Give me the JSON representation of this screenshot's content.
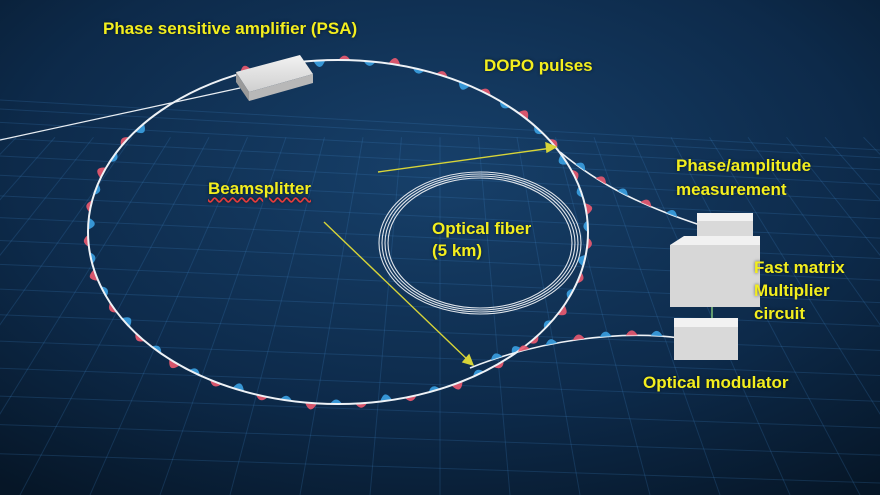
{
  "colors": {
    "background": "#0a1f38",
    "label_text": "#f3ee1e",
    "pulse_red": "#e8596f",
    "pulse_blue": "#3a9ee0",
    "ring": "#eef2f6",
    "arrow": "#d7d438",
    "component_box": "#d6d6d6"
  },
  "labels": {
    "psa": "Phase sensitive amplifier (PSA)",
    "dopo": "DOPO pulses",
    "beamsplitter": "Beamsplitter",
    "fiber_line1": "Optical fiber",
    "fiber_line2": "(5 km)",
    "phase_line1": "Phase/amplitude",
    "phase_line2": "measurement",
    "fmm_line1": "Fast matrix",
    "fmm_line2": "Multiplier",
    "fmm_line3": "circuit",
    "modulator": "Optical modulator"
  }
}
